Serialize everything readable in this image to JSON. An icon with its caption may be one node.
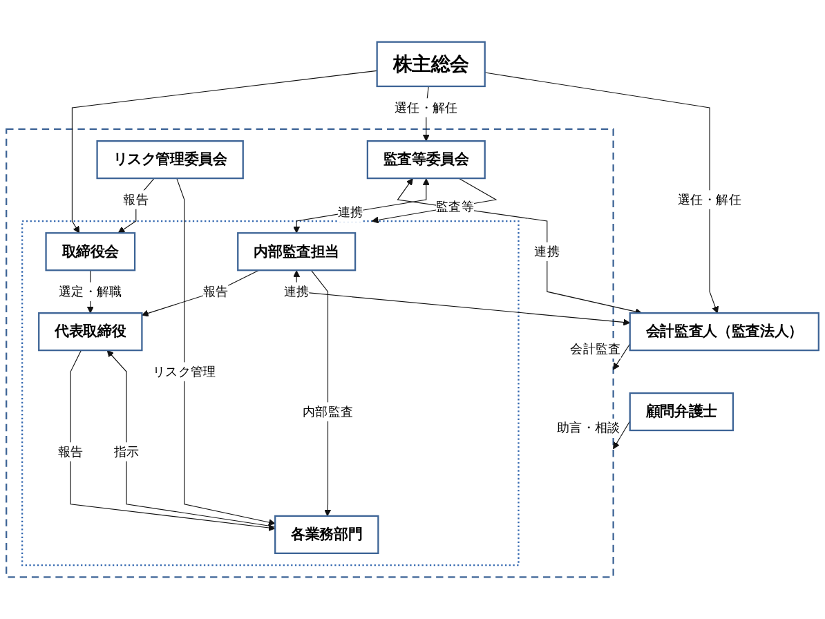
{
  "diagram": {
    "nodes": [
      {
        "text": [
          "株主総会"
        ]
      },
      {
        "text": [],
        "shape": "box"
      },
      {
        "text": [],
        "shape": "box",
        "in": 1
      },
      {
        "text": [
          "取締役会"
        ],
        "in": 2
      },
      {
        "text": [
          "監査等委員会"
        ],
        "in": 1
      },
      {
        "text": [
          "代表取締役"
        ],
        "in": 2
      },
      {
        "text": [
          "リスク管理委員会"
        ],
        "in": 1
      },
      {
        "text": [
          "内部監査担当"
        ],
        "in": 2
      },
      {
        "text": [
          "各業務部門"
        ],
        "in": 2
      },
      {
        "text": [
          "会計監査人（監査法人）"
        ]
      },
      {
        "text": [
          "顧問弁護士"
        ]
      }
    ],
    "edges": [
      {
        "from": 0,
        "to": 3,
        "arrow": "to"
      },
      {
        "from": 0,
        "to": 4,
        "arrow": "to",
        "label": "選任・解任"
      },
      {
        "from": 0,
        "to": 9,
        "arrow": "to",
        "label": "選任・解任"
      },
      {
        "from": 6,
        "to": 3,
        "arrow": "to",
        "label": "報告"
      },
      {
        "from": 4,
        "to": 2,
        "arrow": "to",
        "label": "監査等"
      },
      {
        "from": 4,
        "to": 9,
        "arrow": "both",
        "label": "連携"
      },
      {
        "from": 3,
        "to": 5,
        "arrow": "to",
        "label": "選定・解職"
      },
      {
        "from": 4,
        "to": 7,
        "arrow": "both",
        "label": "連携"
      },
      {
        "from": 9,
        "to": 1,
        "arrow": "to",
        "label": "会計監査"
      },
      {
        "from": 7,
        "to": 5,
        "arrow": "to",
        "label": "報告"
      },
      {
        "from": 5,
        "to": 8,
        "arrow": "to",
        "label": "報告"
      },
      {
        "from": 8,
        "to": 5,
        "arrow": "to",
        "label": "指示"
      },
      {
        "from": 7,
        "to": 9,
        "arrow": "both",
        "label": "連携"
      },
      {
        "from": 6,
        "to": 8,
        "arrow": "to",
        "label": "リスク管理"
      },
      {
        "from": 7,
        "to": 8,
        "arrow": "to",
        "label": "内部監査"
      },
      {
        "from": 10,
        "to": 1,
        "arrow": "to",
        "label": "助言・相談"
      }
    ]
  }
}
